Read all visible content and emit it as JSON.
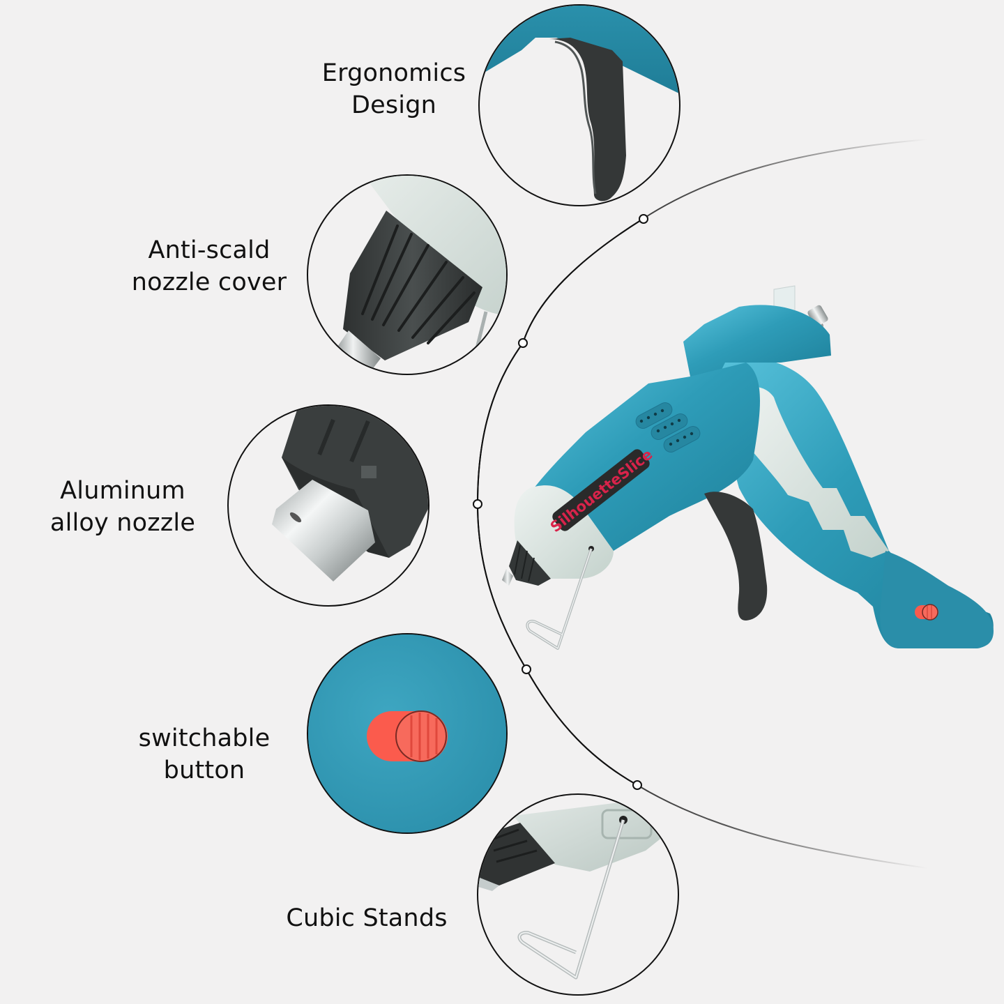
{
  "colors": {
    "background": "#f2f1f1",
    "teal": "#2e9cb8",
    "teal_dark": "#1f7f99",
    "teal_light": "#5cc3dc",
    "grip_gray": "#d5e1dc",
    "trigger_black": "#353838",
    "switch_red": "#fa5a4e",
    "brand_red": "#d8234a",
    "badge_black": "#2a2a2a",
    "outline": "#111111"
  },
  "features": [
    {
      "id": "ergonomics",
      "line1": "Ergonomics",
      "line2": "Design",
      "icon": "trigger-handle-icon"
    },
    {
      "id": "anti-scald",
      "line1": "Anti-scald",
      "line2": "nozzle cover",
      "icon": "nozzle-cover-icon"
    },
    {
      "id": "aluminum",
      "line1": "Aluminum",
      "line2": "alloy nozzle",
      "icon": "metal-nozzle-icon"
    },
    {
      "id": "switch",
      "line1": "switchable",
      "line2": "button",
      "icon": "slide-switch-icon"
    },
    {
      "id": "stand",
      "line1": "Cubic Stands",
      "line2": "",
      "icon": "wire-stand-icon"
    }
  ],
  "product": {
    "brand_text": "SilhouetteSlice",
    "name": "cordless glue gun"
  }
}
